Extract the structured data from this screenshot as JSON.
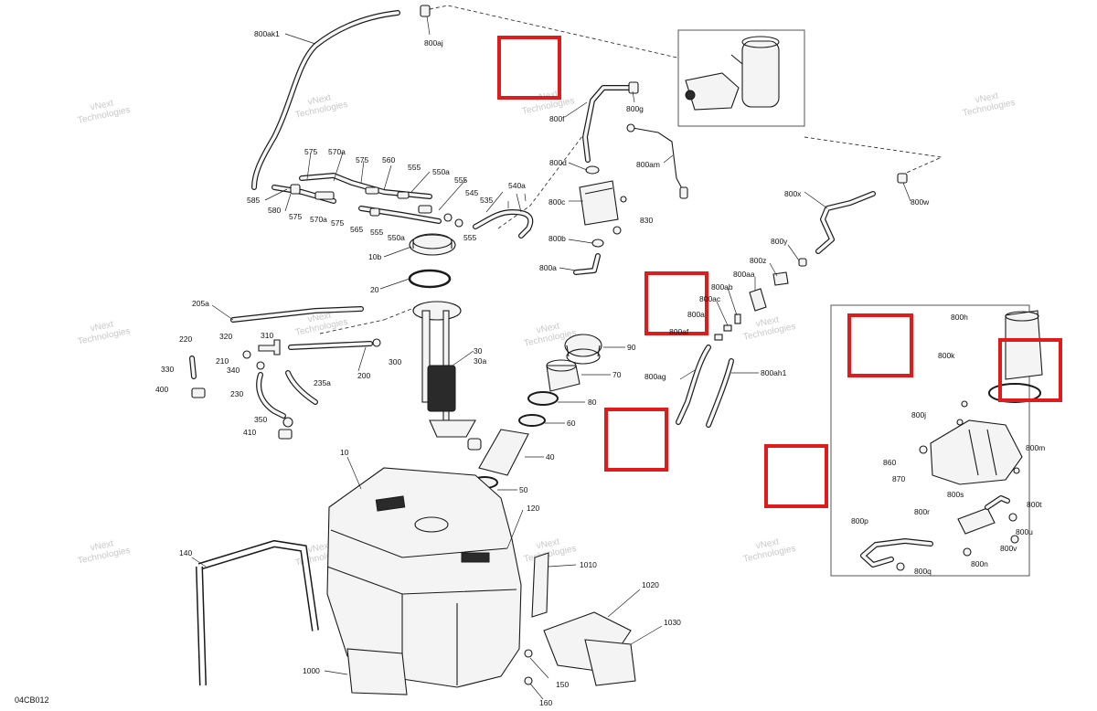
{
  "diagram_code": "04CB012",
  "watermark_text": [
    "vNext",
    "Technologies"
  ],
  "colors": {
    "highlight_box": "#e01b1b",
    "line": "#1a1a1a"
  },
  "labels": {
    "p800ak1": "800ak1",
    "p800aj": "800aj",
    "p800g": "800g",
    "p800f": "800f",
    "p800d": "800d",
    "p800c": "800c",
    "p830": "830",
    "p800b": "800b",
    "p800a": "800a",
    "p800am": "800am",
    "p800w": "800w",
    "p800x": "800x",
    "p800y": "800y",
    "p800z": "800z",
    "p800aa": "800aa",
    "p800ab": "800ab",
    "p800ac": "800ac",
    "p800ad": "800a",
    "p800ae": "800af",
    "p800ag": "800ag",
    "p800ah1": "800ah1",
    "p575a": "575",
    "p570a": "570a",
    "p575b": "575",
    "p560": "560",
    "p555a": "555",
    "p550a": "550a",
    "p555b": "555",
    "p545": "545",
    "p535": "535",
    "p585": "585",
    "p580": "580",
    "p575c": "575",
    "p570b": "570a",
    "p575d": "575",
    "p565": "565",
    "p555c": "555",
    "p550b": "550a",
    "p555d": "555",
    "p540a": "540a",
    "p10b": "10b",
    "p20": "20",
    "p205a": "205a",
    "p320": "320",
    "p310": "310",
    "p220": "220",
    "p210": "210",
    "p330": "330",
    "p340": "340",
    "p235a": "235a",
    "p200": "200",
    "p300": "300",
    "p400": "400",
    "p230": "230",
    "p350": "350",
    "p410": "410",
    "p30": "30",
    "p30a": "30a",
    "p90": "90",
    "p70": "70",
    "p80": "80",
    "p60": "60",
    "p40": "40",
    "p50": "50",
    "p10": "10",
    "p120": "120",
    "p140": "140",
    "p1010": "1010",
    "p1020": "1020",
    "p1030": "1030",
    "p1000": "1000",
    "p150": "150",
    "p160": "160",
    "p800h": "800h",
    "p800k": "800k",
    "p800j": "800j",
    "p860": "860",
    "p870": "870",
    "p800m": "800m",
    "p800s": "800s",
    "p800t": "800t",
    "p800r": "800r",
    "p800p": "800p",
    "p800u": "800u",
    "p800v": "800v",
    "p800q": "800q",
    "p800n": "800n"
  }
}
